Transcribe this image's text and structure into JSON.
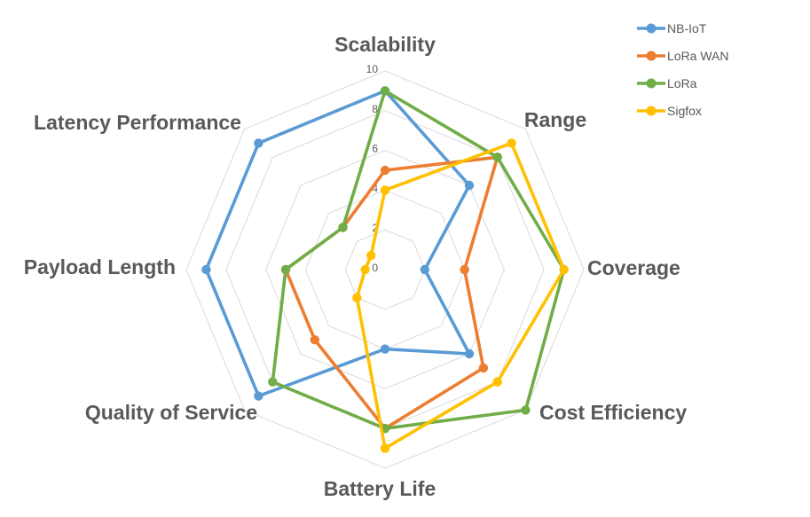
{
  "chart_data": {
    "type": "radar",
    "title": "",
    "categories": [
      "Scalability",
      "Range",
      "Coverage",
      "Cost Efficiency",
      "Battery Life",
      "Quality of Service",
      "Payload Length",
      "Latency Performance"
    ],
    "series": [
      {
        "name": "NB-IoT",
        "color": "#5B9BD5",
        "values": [
          9,
          6,
          2,
          6,
          4,
          9,
          9,
          9
        ]
      },
      {
        "name": "LoRa WAN",
        "color": "#ED7D31",
        "values": [
          5,
          8,
          4,
          7,
          8,
          5,
          5,
          3
        ]
      },
      {
        "name": "LoRa",
        "color": "#70AD47",
        "values": [
          9,
          8,
          9,
          10,
          8,
          8,
          5,
          3
        ]
      },
      {
        "name": "Sigfox",
        "color": "#FFC000",
        "values": [
          4,
          9,
          9,
          8,
          9,
          2,
          1,
          1
        ]
      }
    ],
    "radial_axis": {
      "min": 0,
      "max": 10,
      "tick_interval": 2,
      "tick_labels": [
        "0",
        "2",
        "4",
        "6",
        "8",
        "10"
      ]
    },
    "grid": {
      "rings": [
        2,
        4,
        6,
        8,
        10
      ],
      "color": "#D9D9D9",
      "spokes": false
    },
    "legend": {
      "position": "top-right"
    },
    "styles": {
      "text_color": "#595959",
      "background": "#FFFFFF",
      "line_width": 3.6,
      "marker_radius": 5.2
    }
  }
}
